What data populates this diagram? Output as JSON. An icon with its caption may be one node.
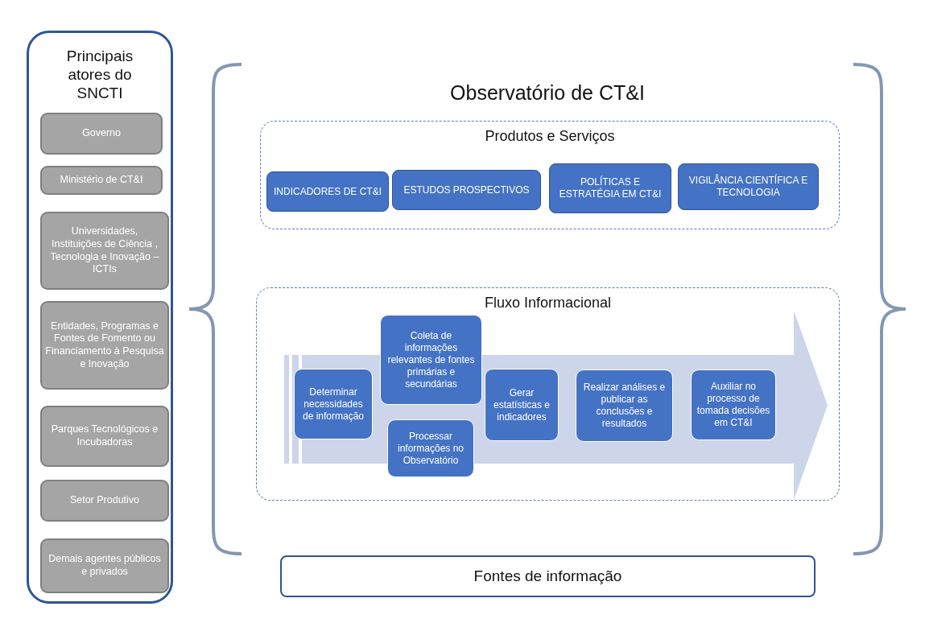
{
  "diagram": {
    "nodes": [
      {
        "text": [
          "Principais atores do SNCTI"
        ]
      },
      {
        "text": [
          "Governo"
        ],
        "in": 0
      },
      {
        "text": [
          "Ministério de CT&I"
        ],
        "in": 0
      },
      {
        "text": [
          "Universidades, Instituições de Ciência , Tecnologia e Inovação – ICTIs"
        ],
        "in": 0
      },
      {
        "text": [
          "Entidades, Programas e Fontes de Fomento ou Financiamento à Pesquisa e Inovação"
        ],
        "in": 0
      },
      {
        "text": [
          "Parques Tecnológicos e Incubadoras"
        ],
        "in": 0
      },
      {
        "text": [
          "Setor Produtivo"
        ],
        "in": 0
      },
      {
        "text": [
          "Demais agentes públicos e privados"
        ],
        "in": 0
      },
      {
        "text": [
          "Observatório de CT&I"
        ]
      },
      {
        "text": [
          "Produtos e Serviços"
        ],
        "in": 8
      },
      {
        "text": [
          "INDICADORES DE CT&I"
        ],
        "in": 9
      },
      {
        "text": [
          "ESTUDOS PROSPECTIVOS"
        ],
        "in": 9
      },
      {
        "text": [
          "POLÍTICAS E ESTRATÉGIA EM CT&I"
        ],
        "in": 9
      },
      {
        "text": [
          "VIGILÂNCIA CIENTÍFICA E TECNOLOGIA"
        ],
        "in": 9
      },
      {
        "text": [
          "Fluxo Informacional"
        ],
        "in": 8
      },
      {
        "text": [],
        "shape": "arrow",
        "in": 14
      },
      {
        "text": [
          "Determinar necessidades de informação"
        ],
        "in": 15
      },
      {
        "text": [
          "Coleta de informações relevantes de fontes primárias e secundárias"
        ],
        "in": 15
      },
      {
        "text": [
          "Processar informações no Observatório"
        ],
        "in": 15
      },
      {
        "text": [
          "Gerar estatísticas e indicadores"
        ],
        "in": 15
      },
      {
        "text": [
          "Realizar análises e publicar as conclusões e resultados"
        ],
        "in": 15
      },
      {
        "text": [
          "Auxiliar no processo de tomada decisões em CT&I"
        ],
        "in": 15
      },
      {
        "text": [
          "Fontes de informação"
        ]
      }
    ],
    "edges": []
  }
}
